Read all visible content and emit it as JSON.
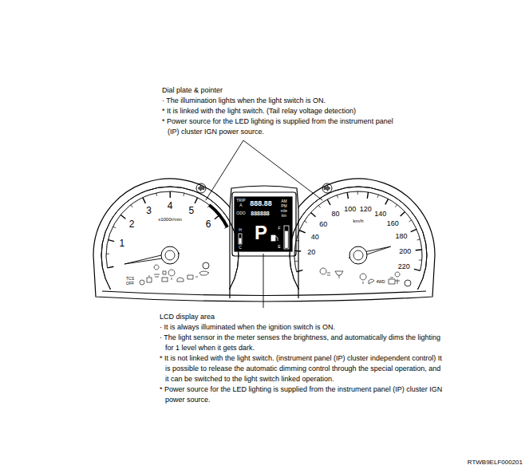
{
  "diagram": {
    "labels": [
      "Dial plate & pointer",
      "· The illumination lights when the light switch is ON.",
      "* It is linked with the light switch. (Tail relay voltage detection)",
      "* Power source for the LED lighting is supplied from the instrument panel (IP) cluster IGN power source.",
      "LCD display area",
      "· It is always illuminated when the ignition switch is ON.",
      "· The light sensor in the meter senses the brightness, and automatically dims the lighting for 1 level when it gets dark.",
      "* It is not linked with the light switch. (instrument panel (IP) cluster independent control) It is possible to release the automatic dimming control through the special operation, and it can be switched to the light switch linked operation.",
      "* Power source for the LED lighting is supplied from the instrument panel (IP) cluster IGN power source.",
      "1",
      "2",
      "3",
      "4",
      "5",
      "6",
      "x1000r/min",
      "20",
      "40",
      "60",
      "80",
      "100",
      "120",
      "140",
      "160",
      "180",
      "200",
      "220",
      "km/h",
      "TRIP",
      "A",
      "888.88",
      "AM",
      "PM",
      "ODO",
      "888888",
      "mile",
      "km",
      "P",
      "H",
      "C",
      "F",
      "E",
      "TCS",
      "OFF",
      "4WD",
      "RTWB9ELF000201"
    ]
  }
}
